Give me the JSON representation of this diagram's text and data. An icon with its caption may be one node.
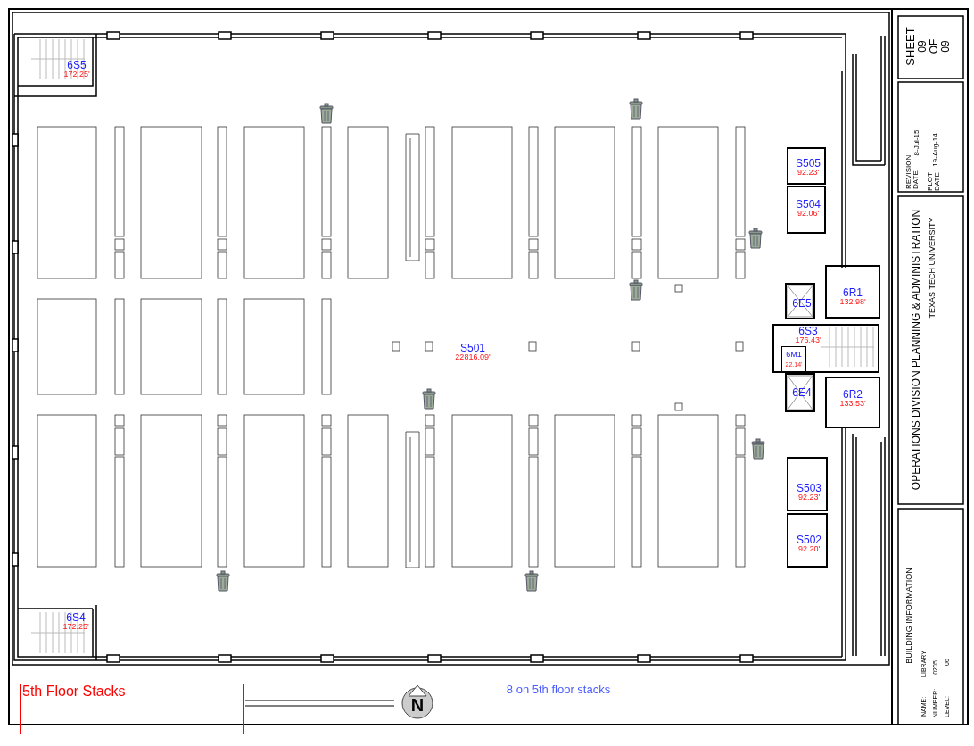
{
  "diagram": {
    "nodes": [
      {
        "text": [
          "6S5",
          "172.25'"
        ]
      },
      {
        "text": [
          "S505",
          "92.23'"
        ]
      },
      {
        "text": [
          "S504",
          "92.06'"
        ]
      },
      {
        "text": [
          "6R1",
          "132.98'"
        ]
      },
      {
        "text": [
          "6E5"
        ]
      },
      {
        "text": [
          "6S3",
          "176.43'"
        ]
      },
      {
        "text": [
          "6M1",
          "22.14'"
        ],
        "in": 5
      },
      {
        "text": [
          "S501",
          "22816.09'"
        ]
      },
      {
        "text": [
          "6E4"
        ]
      },
      {
        "text": [
          "6R2",
          "133.53'"
        ]
      },
      {
        "text": [
          "S503",
          "92.23'"
        ]
      },
      {
        "text": [
          "S502",
          "92.20'"
        ]
      },
      {
        "text": [
          "6S4",
          "172.25'"
        ]
      },
      {
        "text": [
          "5th Floor Stacks"
        ]
      }
    ],
    "edges": [],
    "labels": [
      "SHEET",
      "09",
      "OF",
      "09",
      "REVISION DATE",
      "8-Jul-15",
      "PLOT DATE",
      "19-Aug-14",
      "OPERATIONS DIVISION PLANNING & ADMINISTRATION",
      "TEXAS TECH UNIVERSITY",
      "BUILDING INFORMATION",
      "NAME:",
      "LIBRARY",
      "NUMBER:",
      "0205",
      "LEVEL:",
      "06",
      "N",
      "8 on 5th floor stacks"
    ]
  }
}
